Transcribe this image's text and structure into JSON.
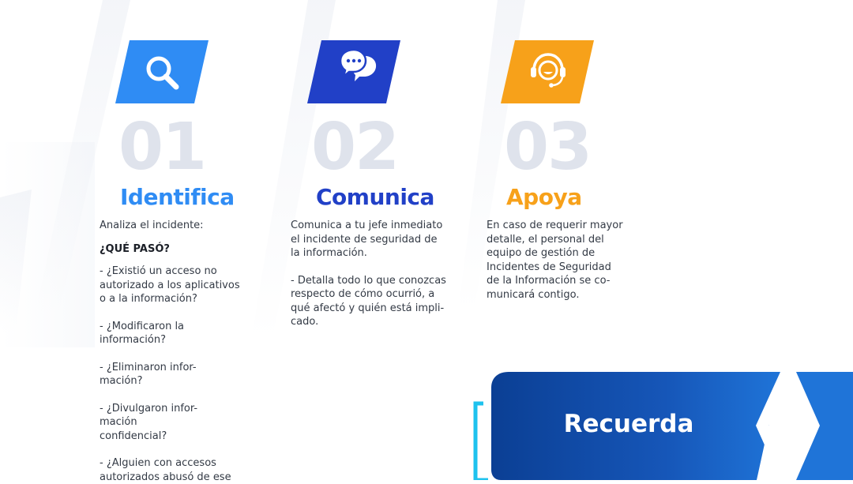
{
  "steps": [
    {
      "number": "01",
      "title": "Identifica",
      "color": "#2f8cf4",
      "icon": "magnifier-icon",
      "lines": [
        "Analiza el incidente:",
        "¿QUÉ PASÓ?",
        "- ¿Existió un acceso no",
        "autorizado a los aplicativos",
        "o a la información?",
        "- ¿Modificaron la",
        "información?",
        "- ¿Eliminaron infor-",
        "mación?",
        "- ¿Divulgaron infor-",
        "mación",
        "confidencial?",
        "- ¿Alguien con accesos",
        "autorizados abusó de ese"
      ]
    },
    {
      "number": "02",
      "title": "Comunica",
      "color": "#2140c7",
      "icon": "chat-bubbles-icon",
      "lines": [
        "Comunica a tu jefe inmediato",
        "el incidente de seguridad de",
        "la información.",
        "- Detalla todo lo que conozcas",
        "respecto de cómo ocurrió, a",
        "qué afectó y quién está impli-",
        "cado."
      ]
    },
    {
      "number": "03",
      "title": "Apoya",
      "color": "#f7a11a",
      "icon": "headset-support-icon",
      "lines": [
        "En caso de requerir mayor",
        "detalle, el personal del",
        "equipo de gestión de",
        "Incidentes de Seguridad",
        "de la Información se co-",
        "municará contigo."
      ]
    }
  ],
  "recuerda": {
    "label": "Recuerda",
    "color_dark": "#0b3f94",
    "color_light": "#1f74d8",
    "accent": "#1ec2ee"
  }
}
